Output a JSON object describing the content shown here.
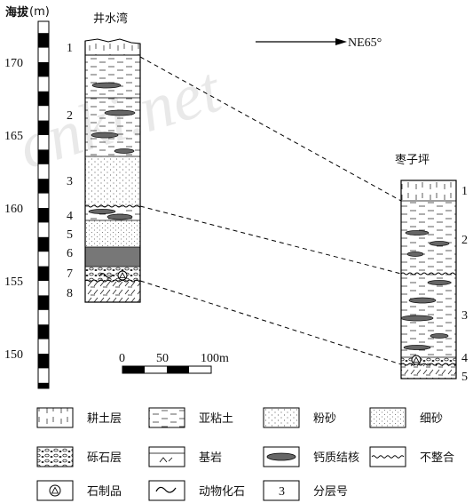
{
  "watermark": "cnki.net",
  "axis": {
    "title_zh": "海拔",
    "unit": "(m)",
    "ticks": [
      "170",
      "165",
      "160",
      "155",
      "150"
    ]
  },
  "sections": {
    "left_name": "井水湾",
    "right_name": "枣子坪",
    "left_layers": [
      "1",
      "2",
      "3",
      "4",
      "5",
      "6",
      "7",
      "8"
    ],
    "right_layers": [
      "1",
      "2",
      "3",
      "4",
      "5"
    ]
  },
  "direction": "NE65°",
  "scale": {
    "labels": [
      "0",
      "50",
      "100m"
    ]
  },
  "legend": [
    {
      "key": "gengtu",
      "label": "耕土层"
    },
    {
      "key": "yanian",
      "label": "亚粘土"
    },
    {
      "key": "fensha",
      "label": "粉砂"
    },
    {
      "key": "xisha",
      "label": "细砂"
    },
    {
      "key": "lishi",
      "label": "砾石层"
    },
    {
      "key": "jiyan",
      "label": "基岩"
    },
    {
      "key": "gaizhi",
      "label": "钙质结核"
    },
    {
      "key": "buzhenghe",
      "label": "不整合"
    },
    {
      "key": "shizhi",
      "label": "石制品"
    },
    {
      "key": "dongwu",
      "label": "动物化石"
    },
    {
      "key": "fenceng",
      "label": "分层号",
      "sample": "3"
    }
  ]
}
